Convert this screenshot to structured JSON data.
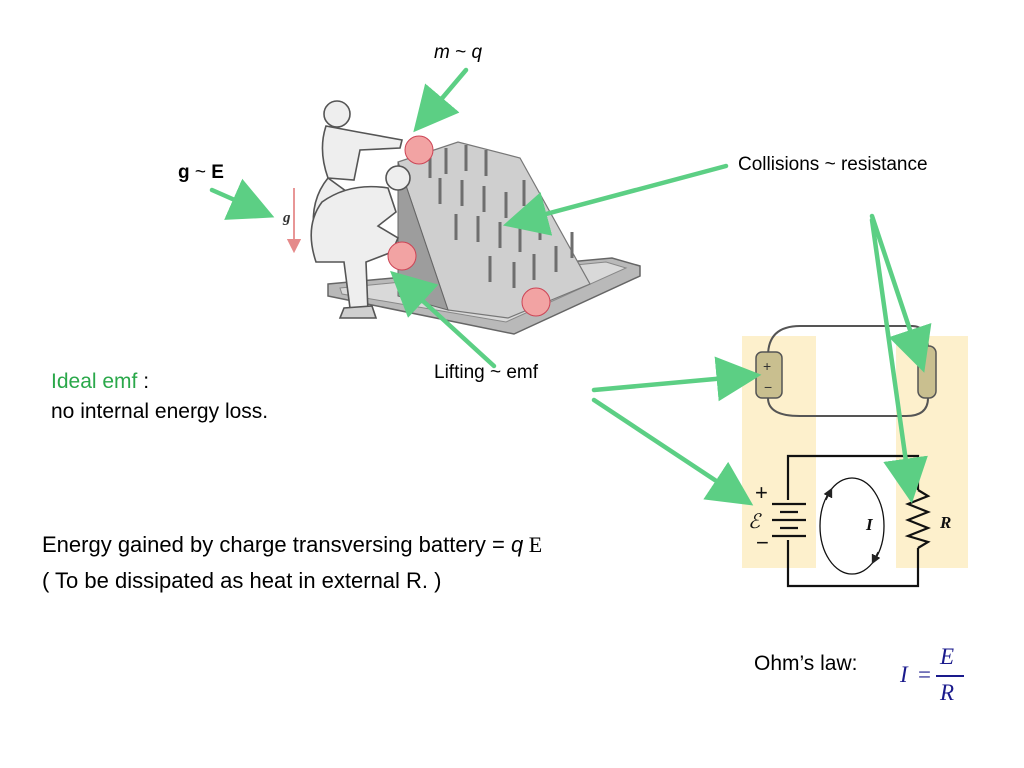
{
  "labels": {
    "m_q": {
      "m": "m",
      "tilde": " ~ ",
      "q": "q"
    },
    "g_E": {
      "g": "g",
      "tilde": " ~ ",
      "E": "E"
    },
    "collisions": "Collisions ~ resistance",
    "lifting": "Lifting ~ emf",
    "ideal_emf_title": "Ideal emf",
    "ideal_emf_colon": " :",
    "ideal_emf_desc": "no internal energy loss.",
    "energy_line_text": "Energy gained by charge transversing battery = ",
    "energy_line_q": "q",
    "energy_line_E": " E",
    "heat_line": "( To be dissipated as heat in external R. )",
    "ohms_label": "Ohm’s law:"
  },
  "figure": {
    "gravity_symbol": "g",
    "battery_plus": "+",
    "battery_minus": "−",
    "circuit_plus": "+",
    "circuit_minus": "−",
    "emf_symbol": "ℰ",
    "current_symbol": "I",
    "resistor_symbol": "R"
  },
  "formula": {
    "lhs": "I",
    "eq": "=",
    "num": "E",
    "den": "R"
  },
  "colors": {
    "arrow": "#5ccf84",
    "highlight": "#fdf0cc",
    "green_text": "#2aa84a",
    "formula": "#1a1a8c"
  }
}
